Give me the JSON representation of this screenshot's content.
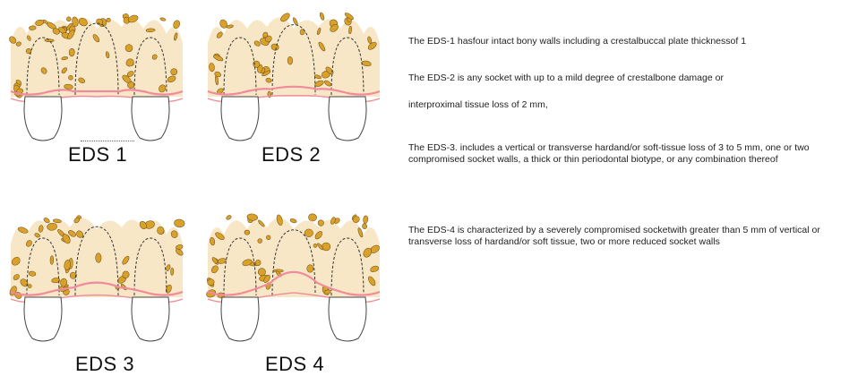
{
  "panels": [
    {
      "id": "eds1",
      "caption": "EDS 1",
      "defect": "none"
    },
    {
      "id": "eds2",
      "caption": "EDS 2",
      "defect": "mild"
    },
    {
      "id": "eds3",
      "caption": "EDS 3",
      "defect": "moderate"
    },
    {
      "id": "eds4",
      "caption": "EDS 4",
      "defect": "severe"
    }
  ],
  "descriptions": {
    "eds1": "The EDS-1 hasfour intact bony walls including a crestalbuccal plate thicknessof 1",
    "eds2_line1": "The EDS-2 is any socket with up to a mild degree of crestalbone damage or",
    "eds2_line2": "interproximal tissue loss of 2 mm,",
    "eds3": "The EDS-3.  includes a vertical or transverse hardand/or soft-tissue loss of 3 to 5 mm, one or two compromised socket walls, a thick or thin periodontal biotype, or any combination thereof",
    "eds4": "The EDS-4 is characterized by a severely compromised socketwith greater than 5 mm of vertical or transverse loss of hardand/or soft tissue, two or more reduced socket walls"
  },
  "colors": {
    "bone_fill": "#f7e7c6",
    "bone_speckle": "#d9a02a",
    "speckle_outline": "#6b4b15",
    "gingiva": "#f08a9c",
    "gingiva_fill": "#fbe2e6",
    "socket_line": "#333333",
    "tooth_fill": "#ffffff",
    "tooth_outline": "#444444"
  }
}
